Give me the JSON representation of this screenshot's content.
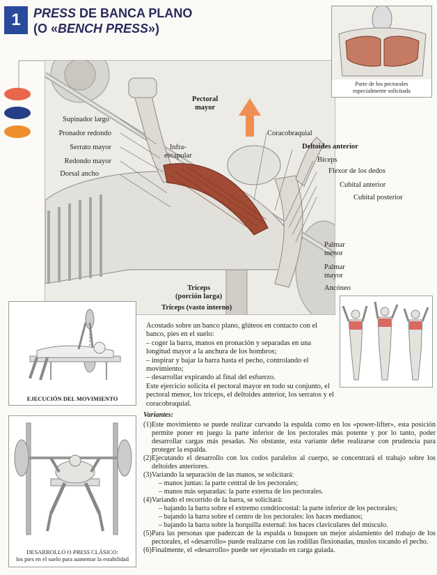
{
  "header": {
    "number": "1",
    "title_line1_italic": "PRESS",
    "title_line1_rest": " DE BANCA PLANO",
    "title_line2_pre": "(O «",
    "title_line2_italic": "BENCH PRESS",
    "title_line2_post": "»)"
  },
  "colors": {
    "dot1": "#e8664a",
    "dot2": "#273f86",
    "dot3": "#ef8f2c",
    "arrow": "#ef8f54",
    "muscle": "#a14a34"
  },
  "labels": {
    "pectoral": "Pectoral\nmayor",
    "supinador": "Supinador largo",
    "pronador": "Pronador redondo",
    "serrato": "Serrato mayor",
    "redondo": "Redondo mayor",
    "dorsal": "Dorsal ancho",
    "infraescapular": "Infra-\nescapular",
    "coracobraquial": "Coracobraquial",
    "deltoides": "Deltoides anterior",
    "biceps": "Bíceps",
    "flexor": "Flexor de los dedos",
    "cubital_anterior": "Cubital anterior",
    "cubital_posterior": "Cubital posterior",
    "palmar_menor": "Palmar\nmenor",
    "palmar_mayor": "Palmar\nmayor",
    "ancóneo": "Ancóneo",
    "triceps_larga": "Tríceps\n(porción larga)",
    "triceps_vasto": "Tríceps (vasto interno)"
  },
  "pect_caption": "Parte de los pectorales\nespecialmente solicitada",
  "exec_caption": "EJECUCIÓN DEL MOVIMIENTO",
  "dev_caption_title_pre": "DESARROLLO O ",
  "dev_caption_title_italic": "PRESS",
  "dev_caption_title_post": " CLÁSICO:",
  "dev_caption_sub": "los pies en el suelo para aumentar la estabilidad",
  "description": [
    "Acostado sobre un banco plano, glúteos en contacto con el banco, pies en el suelo:",
    "– coger la barra, manos en pronación y separadas en una longitud mayor a la anchura de los hombros;",
    "– inspirar y bajar la barra hasta el pecho, controlando el movimiento;",
    "– desarrollar expirando al final del esfuerzo.",
    "Este ejercicio solicita el pectoral mayor en todo su conjunto, el pectoral menor, los tríceps, el deltoides anterior, los serratos y el coracobraquial."
  ],
  "variants_title": "Variantes:",
  "variants": [
    {
      "n": "(1)",
      "text": "Este movimiento se puede realizar curvando la espalda como en los «power-lifter», esta posición permite poner en juego la parte inferior de los pectorales más potente y por lo tanto, poder desarrollar cargas más pesadas. No obstante, esta variante debe realizarse con prudencia para proteger la espalda."
    },
    {
      "n": "(2)",
      "text": "Ejecutando el desarrollo con los codos paralelos al cuerpo, se concentrará el trabajo sobre los deltoides anteriores."
    },
    {
      "n": "(3)",
      "text": "Variando la separación de las manos, se solicitará:"
    },
    {
      "n": "",
      "text": "– manos juntas: la parte central de los pectorales;"
    },
    {
      "n": "",
      "text": "– manos más separadas: la parte externa de los pectorales."
    },
    {
      "n": "(4)",
      "text": "Variando el recorrido de la barra, se solicitará:"
    },
    {
      "n": "",
      "text": "– bajando la barra sobre el extremo condriocostal: la parte inferior de los pectorales;"
    },
    {
      "n": "",
      "text": "– bajando la barra sobre el centro de los pectorales: los haces medianos;"
    },
    {
      "n": "",
      "text": "– bajando la barra sobre la horquilla esternal: los haces claviculares del músculo."
    },
    {
      "n": "(5)",
      "text": "Para las personas que padezcan de la espalda o busquen un mejor aislamiento del trabajo de los pectorales, el «desarrollo» puede realizarse con las rodillas flexionadas, muslos tocando el pecho."
    },
    {
      "n": "(6)",
      "text": "Finalmente, el «desarrollo» puede ser ejecutado en carga guiada."
    }
  ]
}
